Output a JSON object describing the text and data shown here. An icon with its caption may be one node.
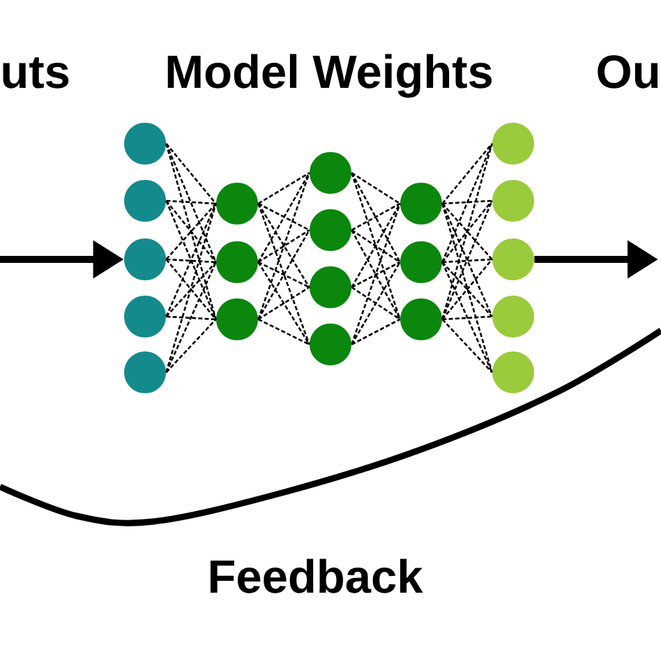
{
  "diagram": {
    "nodes": [
      {
        "text": [],
        "shape": "circle"
      },
      {
        "text": [],
        "shape": "circle"
      },
      {
        "text": [],
        "shape": "circle"
      },
      {
        "text": [],
        "shape": "circle"
      },
      {
        "text": [],
        "shape": "circle"
      },
      {
        "text": [],
        "shape": "circle"
      },
      {
        "text": [],
        "shape": "circle"
      },
      {
        "text": [],
        "shape": "circle"
      },
      {
        "text": [],
        "shape": "circle"
      },
      {
        "text": [],
        "shape": "circle"
      },
      {
        "text": [],
        "shape": "circle"
      },
      {
        "text": [],
        "shape": "circle"
      },
      {
        "text": [],
        "shape": "circle"
      },
      {
        "text": [],
        "shape": "circle"
      },
      {
        "text": [],
        "shape": "circle"
      },
      {
        "text": [],
        "shape": "circle"
      },
      {
        "text": [],
        "shape": "circle"
      },
      {
        "text": [],
        "shape": "circle"
      },
      {
        "text": [],
        "shape": "circle"
      },
      {
        "text": [],
        "shape": "circle"
      }
    ],
    "edges": [
      {
        "from": null,
        "to": 2,
        "arrow": "to",
        "style": "thick"
      },
      {
        "from": 0,
        "to": 5,
        "arrow": "none",
        "style": "dashed"
      },
      {
        "from": 0,
        "to": 6,
        "arrow": "none",
        "style": "dashed"
      },
      {
        "from": 0,
        "to": 7,
        "arrow": "none",
        "style": "dashed"
      },
      {
        "from": 1,
        "to": 5,
        "arrow": "none",
        "style": "dashed"
      },
      {
        "from": 1,
        "to": 6,
        "arrow": "none",
        "style": "dashed"
      },
      {
        "from": 1,
        "to": 7,
        "arrow": "none",
        "style": "dashed"
      },
      {
        "from": 2,
        "to": 5,
        "arrow": "none",
        "style": "dashed"
      },
      {
        "from": 2,
        "to": 6,
        "arrow": "none",
        "style": "dashed"
      },
      {
        "from": 2,
        "to": 7,
        "arrow": "none",
        "style": "dashed"
      },
      {
        "from": 3,
        "to": 5,
        "arrow": "none",
        "style": "dashed"
      },
      {
        "from": 3,
        "to": 6,
        "arrow": "none",
        "style": "dashed"
      },
      {
        "from": 3,
        "to": 7,
        "arrow": "none",
        "style": "dashed"
      },
      {
        "from": 4,
        "to": 5,
        "arrow": "none",
        "style": "dashed"
      },
      {
        "from": 4,
        "to": 6,
        "arrow": "none",
        "style": "dashed"
      },
      {
        "from": 4,
        "to": 7,
        "arrow": "none",
        "style": "dashed"
      },
      {
        "from": 5,
        "to": 8,
        "arrow": "none",
        "style": "dashed"
      },
      {
        "from": 5,
        "to": 9,
        "arrow": "none",
        "style": "dashed"
      },
      {
        "from": 5,
        "to": 10,
        "arrow": "none",
        "style": "dashed"
      },
      {
        "from": 5,
        "to": 11,
        "arrow": "none",
        "style": "dashed"
      },
      {
        "from": 6,
        "to": 8,
        "arrow": "none",
        "style": "dashed"
      },
      {
        "from": 6,
        "to": 9,
        "arrow": "none",
        "style": "dashed"
      },
      {
        "from": 6,
        "to": 10,
        "arrow": "none",
        "style": "dashed"
      },
      {
        "from": 6,
        "to": 11,
        "arrow": "none",
        "style": "dashed"
      },
      {
        "from": 7,
        "to": 8,
        "arrow": "none",
        "style": "dashed"
      },
      {
        "from": 7,
        "to": 9,
        "arrow": "none",
        "style": "dashed"
      },
      {
        "from": 7,
        "to": 10,
        "arrow": "none",
        "style": "dashed"
      },
      {
        "from": 7,
        "to": 11,
        "arrow": "none",
        "style": "dashed"
      },
      {
        "from": 8,
        "to": 12,
        "arrow": "none",
        "style": "dashed"
      },
      {
        "from": 8,
        "to": 13,
        "arrow": "none",
        "style": "dashed"
      },
      {
        "from": 8,
        "to": 14,
        "arrow": "none",
        "style": "dashed"
      },
      {
        "from": 9,
        "to": 12,
        "arrow": "none",
        "style": "dashed"
      },
      {
        "from": 9,
        "to": 13,
        "arrow": "none",
        "style": "dashed"
      },
      {
        "from": 9,
        "to": 14,
        "arrow": "none",
        "style": "dashed"
      },
      {
        "from": 10,
        "to": 12,
        "arrow": "none",
        "style": "dashed"
      },
      {
        "from": 10,
        "to": 13,
        "arrow": "none",
        "style": "dashed"
      },
      {
        "from": 10,
        "to": 14,
        "arrow": "none",
        "style": "dashed"
      },
      {
        "from": 11,
        "to": 12,
        "arrow": "none",
        "style": "dashed"
      },
      {
        "from": 11,
        "to": 13,
        "arrow": "none",
        "style": "dashed"
      },
      {
        "from": 11,
        "to": 14,
        "arrow": "none",
        "style": "dashed"
      },
      {
        "from": 12,
        "to": 15,
        "arrow": "none",
        "style": "dashed"
      },
      {
        "from": 12,
        "to": 16,
        "arrow": "none",
        "style": "dashed"
      },
      {
        "from": 12,
        "to": 17,
        "arrow": "none",
        "style": "dashed"
      },
      {
        "from": 12,
        "to": 18,
        "arrow": "none",
        "style": "dashed"
      },
      {
        "from": 12,
        "to": 19,
        "arrow": "none",
        "style": "dashed"
      },
      {
        "from": 13,
        "to": 15,
        "arrow": "none",
        "style": "dashed"
      },
      {
        "from": 13,
        "to": 16,
        "arrow": "none",
        "style": "dashed"
      },
      {
        "from": 13,
        "to": 17,
        "arrow": "none",
        "style": "dashed"
      },
      {
        "from": 13,
        "to": 18,
        "arrow": "none",
        "style": "dashed"
      },
      {
        "from": 13,
        "to": 19,
        "arrow": "none",
        "style": "dashed"
      },
      {
        "from": 14,
        "to": 15,
        "arrow": "none",
        "style": "dashed"
      },
      {
        "from": 14,
        "to": 16,
        "arrow": "none",
        "style": "dashed"
      },
      {
        "from": 14,
        "to": 17,
        "arrow": "none",
        "style": "dashed"
      },
      {
        "from": 14,
        "to": 18,
        "arrow": "none",
        "style": "dashed"
      },
      {
        "from": 14,
        "to": 19,
        "arrow": "none",
        "style": "dashed"
      },
      {
        "from": 17,
        "to": null,
        "arrow": "to",
        "style": "thick"
      }
    ],
    "labels": [
      "uts",
      "Model Weights",
      "Ou",
      "Feedback"
    ]
  }
}
